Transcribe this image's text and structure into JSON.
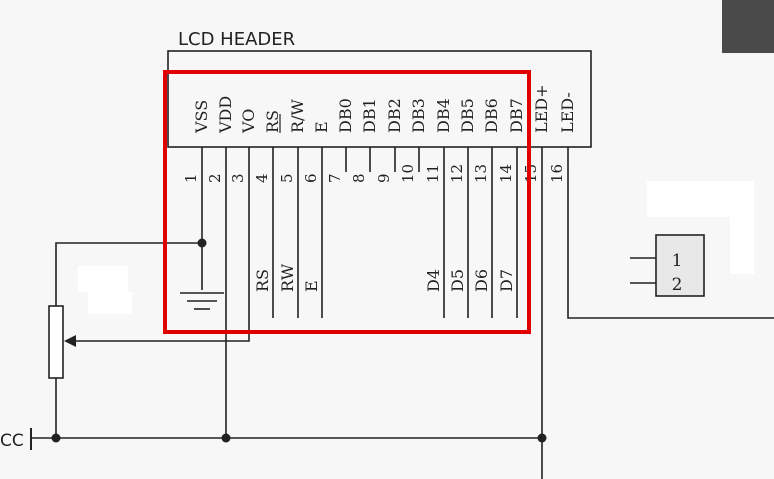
{
  "colors": {
    "background": "#f7f7f7",
    "wire": "#222222",
    "highlight": "#e00000",
    "corner_block": "#4a4a4a",
    "connector_fill": "#e8e8e8",
    "mask": "#ffffff"
  },
  "header": {
    "title": "LCD HEADER",
    "pins": [
      {
        "name": "VSS",
        "number": "1",
        "net": ""
      },
      {
        "name": "VDD",
        "number": "2",
        "net": ""
      },
      {
        "name": "VO",
        "number": "3",
        "net": ""
      },
      {
        "name": "RS",
        "number": "4",
        "net": "RS"
      },
      {
        "name": "R/W",
        "number": "5",
        "net": "RW"
      },
      {
        "name": "E",
        "number": "6",
        "net": "E"
      },
      {
        "name": "DB0",
        "number": "7",
        "net": ""
      },
      {
        "name": "DB1",
        "number": "8",
        "net": ""
      },
      {
        "name": "DB2",
        "number": "9",
        "net": ""
      },
      {
        "name": "DB3",
        "number": "10",
        "net": ""
      },
      {
        "name": "DB4",
        "number": "11",
        "net": "D4"
      },
      {
        "name": "DB5",
        "number": "12",
        "net": "D5"
      },
      {
        "name": "DB6",
        "number": "13",
        "net": "D6"
      },
      {
        "name": "DB7",
        "number": "14",
        "net": "D7"
      },
      {
        "name": "LED+",
        "number": "15",
        "net": ""
      },
      {
        "name": "LED-",
        "number": "16",
        "net": ""
      }
    ]
  },
  "connector": {
    "pins": [
      "1",
      "2"
    ]
  },
  "supply": {
    "label": "CC"
  }
}
